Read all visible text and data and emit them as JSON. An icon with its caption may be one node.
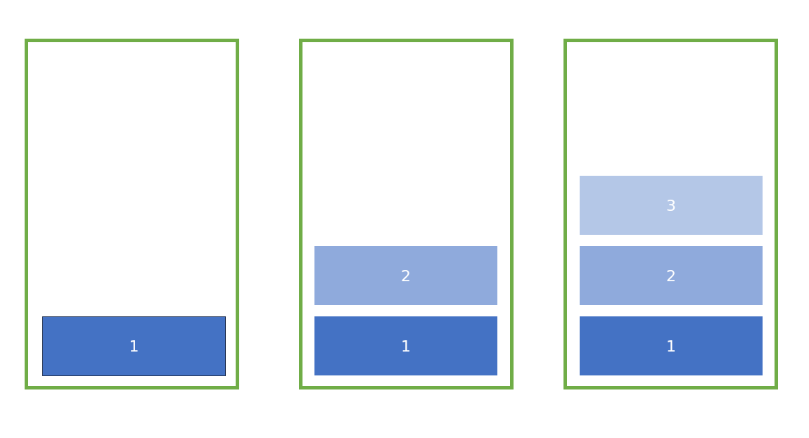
{
  "diagram": {
    "nodes": [
      {
        "text": [],
        "shape": "box"
      },
      {
        "text": [
          "1"
        ],
        "in": 0
      },
      {
        "text": [],
        "shape": "box"
      },
      {
        "text": [
          "2"
        ],
        "in": 2
      },
      {
        "text": [
          "1"
        ],
        "in": 2
      },
      {
        "text": [],
        "shape": "box"
      },
      {
        "text": [
          "3"
        ],
        "in": 5
      },
      {
        "text": [
          "2"
        ],
        "in": 5
      },
      {
        "text": [
          "1"
        ],
        "in": 5
      }
    ]
  }
}
